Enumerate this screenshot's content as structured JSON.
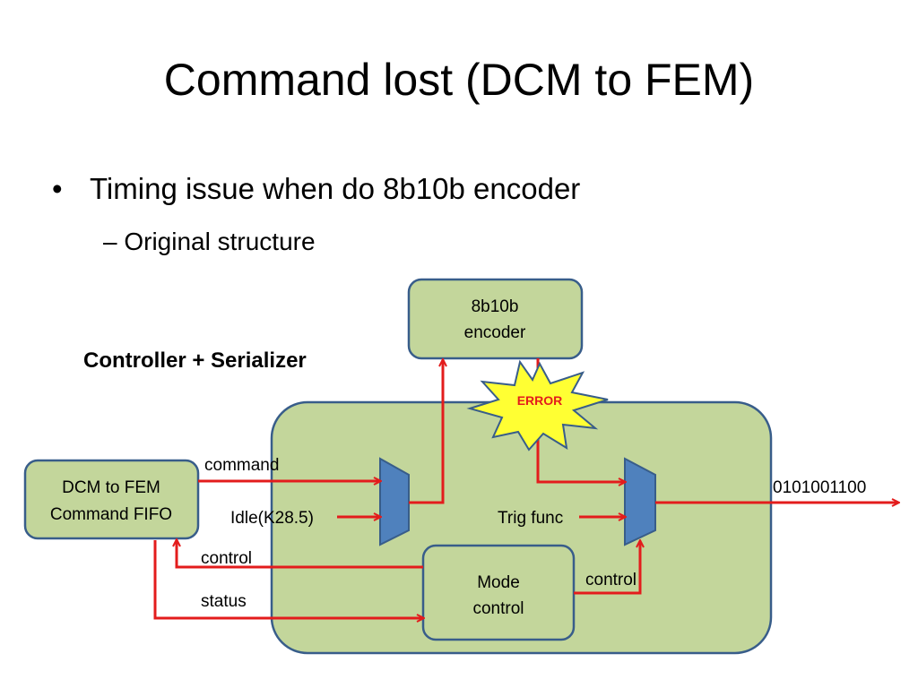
{
  "slide": {
    "title": "Command lost (DCM to FEM)",
    "bullet": "Timing issue when do 8b10b encoder",
    "sub_bullet": "– Original structure"
  },
  "diagram": {
    "section_label": "Controller + Serializer",
    "encoder_label_line1": "8b10b",
    "encoder_label_line2": "encoder",
    "error_label": "ERROR",
    "fifo_label_line1": "DCM to FEM",
    "fifo_label_line2": "Command FIFO",
    "mode_label_line1": "Mode",
    "mode_label_line2": "control",
    "signal_command": "command",
    "signal_idle": "Idle(K28.5)",
    "signal_trig": "Trig func",
    "signal_control_left": "control",
    "signal_control_right": "control",
    "signal_status": "status",
    "output_bits": "0101001100"
  },
  "colors": {
    "container_fill": "#c3d69b",
    "block_fill": "#c3d69b",
    "block_border": "#385d8a",
    "mux_fill": "#4f81bd",
    "arrow": "#e31c1c",
    "error_fill": "#ffff33",
    "error_text": "#e31c1c"
  }
}
